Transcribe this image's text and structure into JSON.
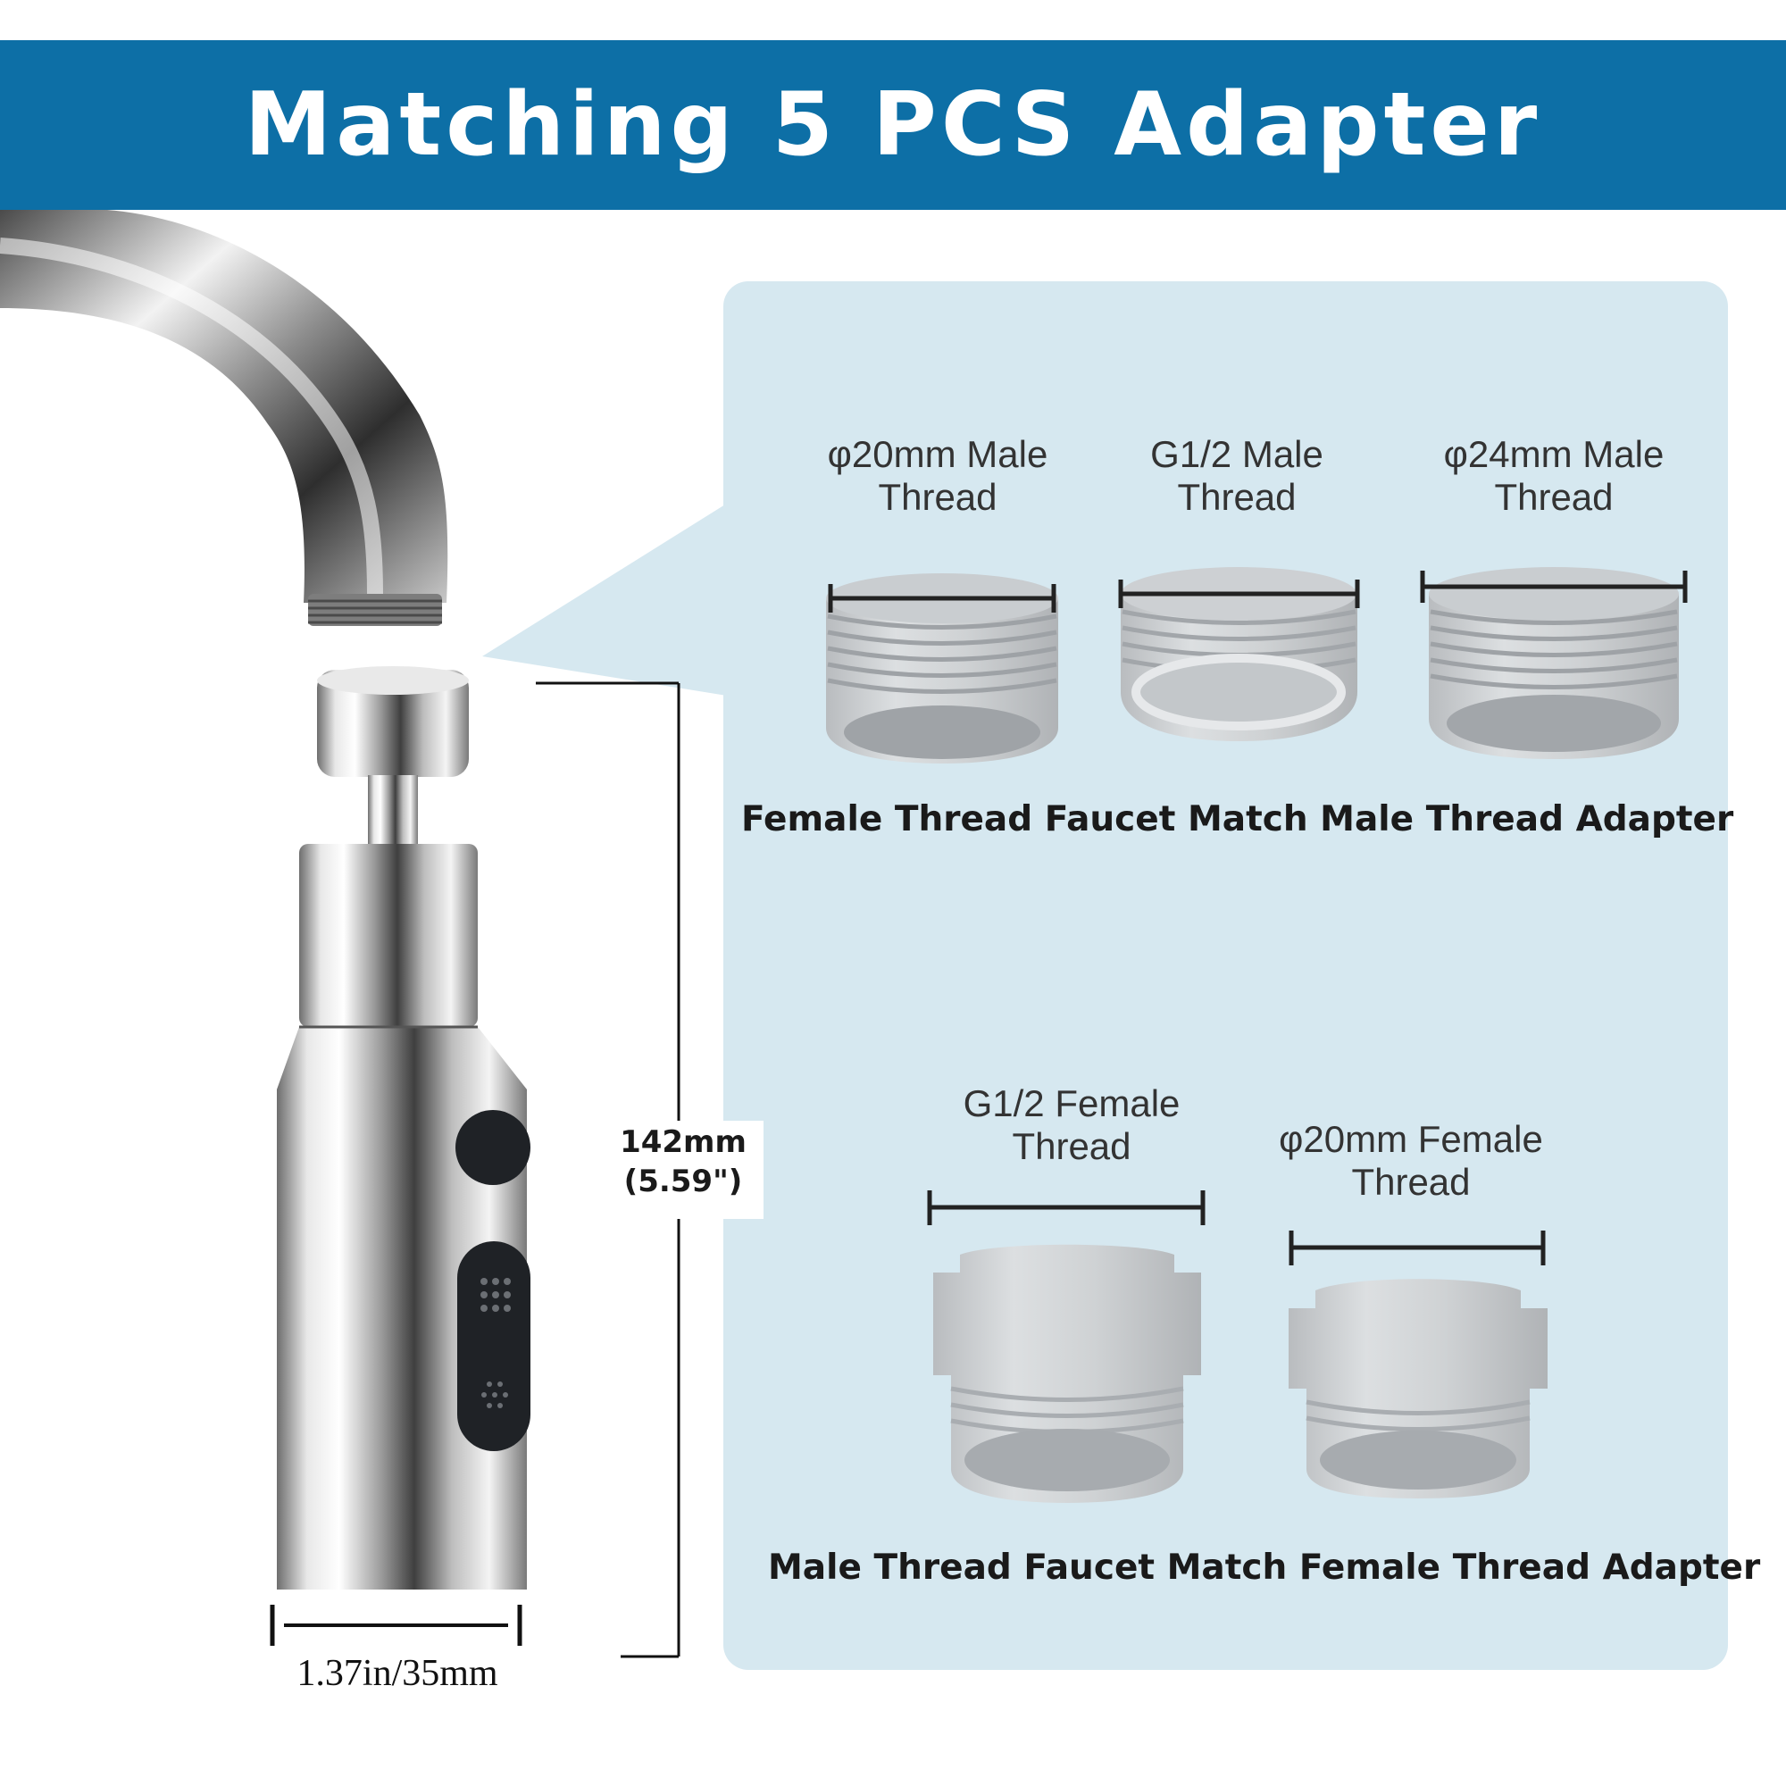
{
  "banner": {
    "title": "Matching 5 PCS Adapter",
    "color": "#0d6fa6"
  },
  "panel": {
    "color": "#d6e8f0"
  },
  "faucet": {
    "height_label_mm": "142mm",
    "height_label_in": "(5.59\")",
    "width_label": "1.37in/35mm"
  },
  "male_adapters": {
    "items": [
      {
        "label_line1": "φ20mm Male",
        "label_line2": "Thread"
      },
      {
        "label_line1": "G1/2 Male",
        "label_line2": "Thread"
      },
      {
        "label_line1": "φ24mm Male",
        "label_line2": "Thread"
      }
    ],
    "caption": "Female Thread Faucet Match Male Thread Adapter"
  },
  "female_adapters": {
    "items": [
      {
        "label_line1": "G1/2 Female",
        "label_line2": "Thread"
      },
      {
        "label_line1": "φ20mm Female",
        "label_line2": "Thread"
      }
    ],
    "caption": "Male Thread Faucet Match Female Thread Adapter"
  }
}
